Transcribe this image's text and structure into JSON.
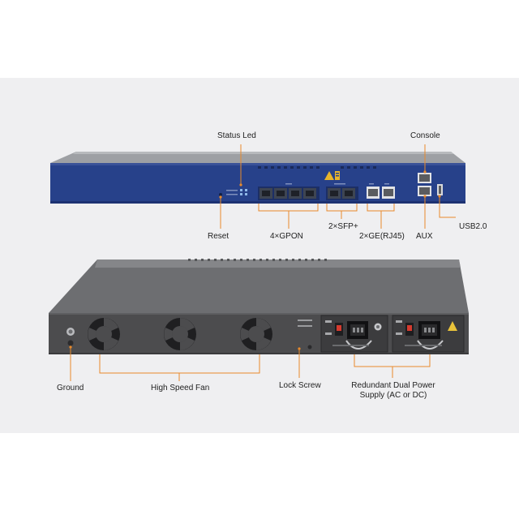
{
  "labels": {
    "status_led": "Status Led",
    "console": "Console",
    "reset": "Reset",
    "gpon": "4×GPON",
    "sfp": "2×SFP+",
    "ge": "2×GE(RJ45)",
    "aux": "AUX",
    "usb": "USB2.0",
    "ground": "Ground",
    "fan": "High Speed Fan",
    "lock_screw": "Lock Screw",
    "power_line1": "Redundant Dual Power",
    "power_line2": "Supply (AC or DC)"
  },
  "colors": {
    "callout": "#e98a2b",
    "front_panel": "#27418a",
    "chassis_back": "#4c4c4e",
    "logo": "#e9b52c"
  }
}
